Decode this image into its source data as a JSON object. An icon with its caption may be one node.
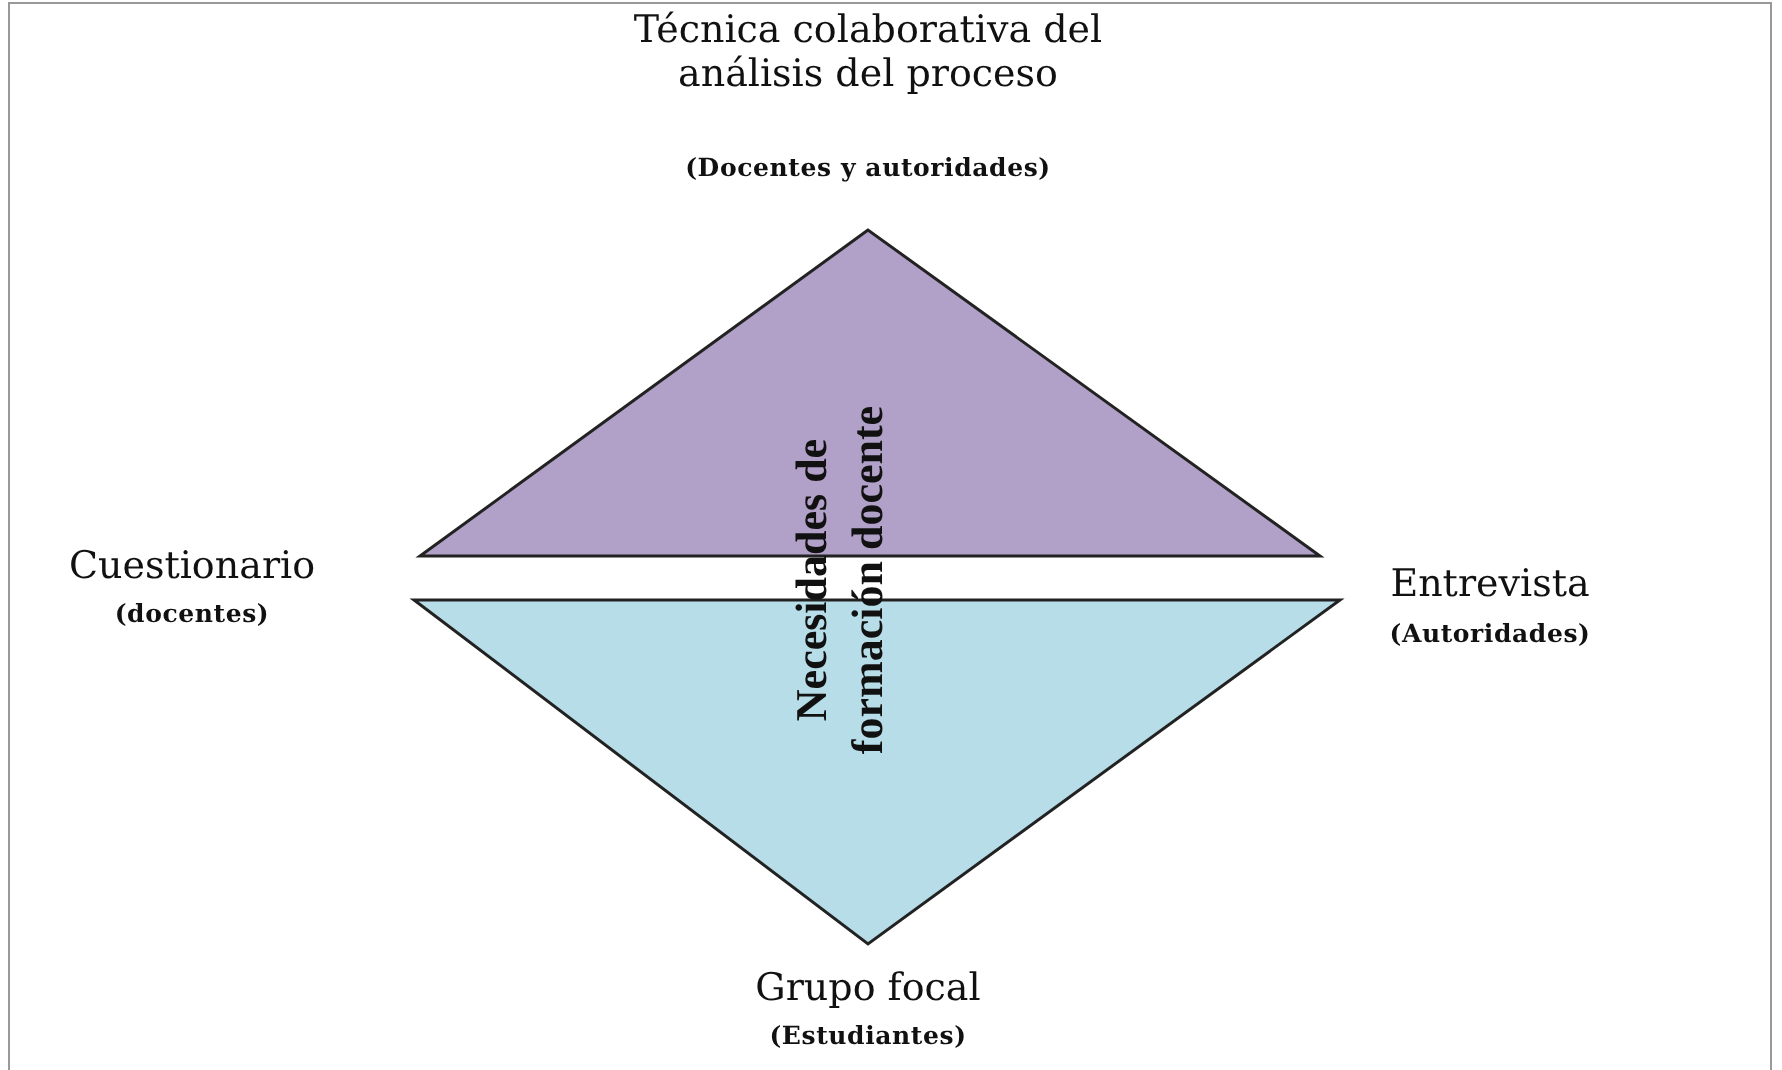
{
  "diagram": {
    "nodes": [
      {
        "text": [],
        "shape": "triangle"
      },
      {
        "text": [],
        "shape": "triangle"
      }
    ],
    "edges": [],
    "labels": [
      "Técnica colaborativa del análisis del proceso",
      "(Docentes y autoridades)",
      "Necesidades de formación docente",
      "Cuestionario",
      "(docentes)",
      "Entrevista",
      "(Autoridades)",
      "Grupo focal",
      "(Estudiantes)"
    ]
  }
}
